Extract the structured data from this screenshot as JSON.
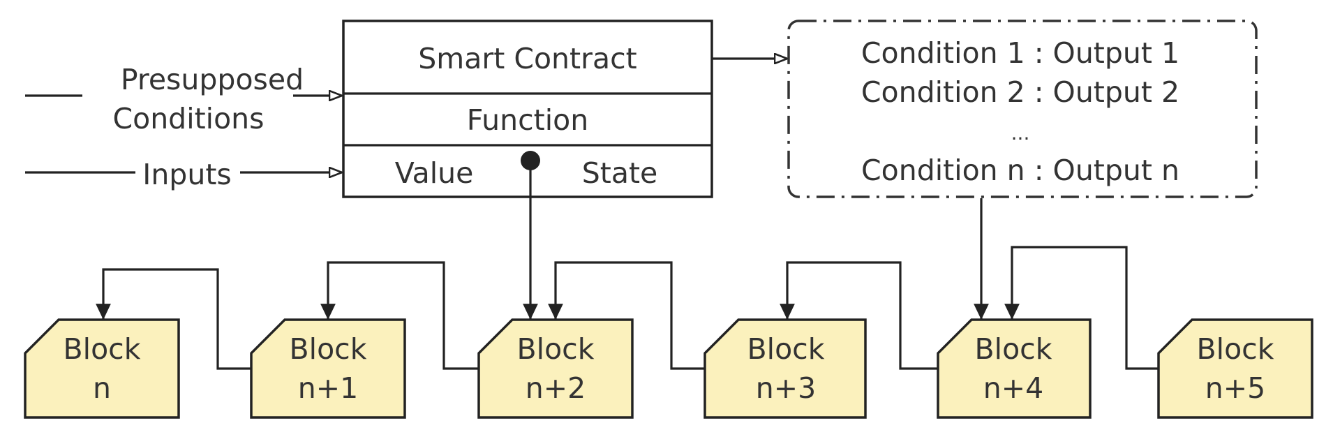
{
  "smart_contract": {
    "title": "Smart Contract",
    "function_label": "Function",
    "value_label": "Value",
    "state_label": "State"
  },
  "inputs": {
    "presupposed_line1": "Presupposed",
    "presupposed_line2": "Conditions",
    "inputs_label": "Inputs"
  },
  "conditions": {
    "row1": "Condition 1 : Output 1",
    "row2": "Condition 2 : Output 2",
    "ellipsis": "...",
    "rowN": "Condition n : Output n"
  },
  "blocks": [
    {
      "word": "Block",
      "index": "n"
    },
    {
      "word": "Block",
      "index": "n+1"
    },
    {
      "word": "Block",
      "index": "n+2"
    },
    {
      "word": "Block",
      "index": "n+3"
    },
    {
      "word": "Block",
      "index": "n+4"
    },
    {
      "word": "Block",
      "index": "n+5"
    }
  ],
  "colors": {
    "block_fill": "#fbf1bd",
    "stroke": "#222222",
    "text": "#333333"
  }
}
